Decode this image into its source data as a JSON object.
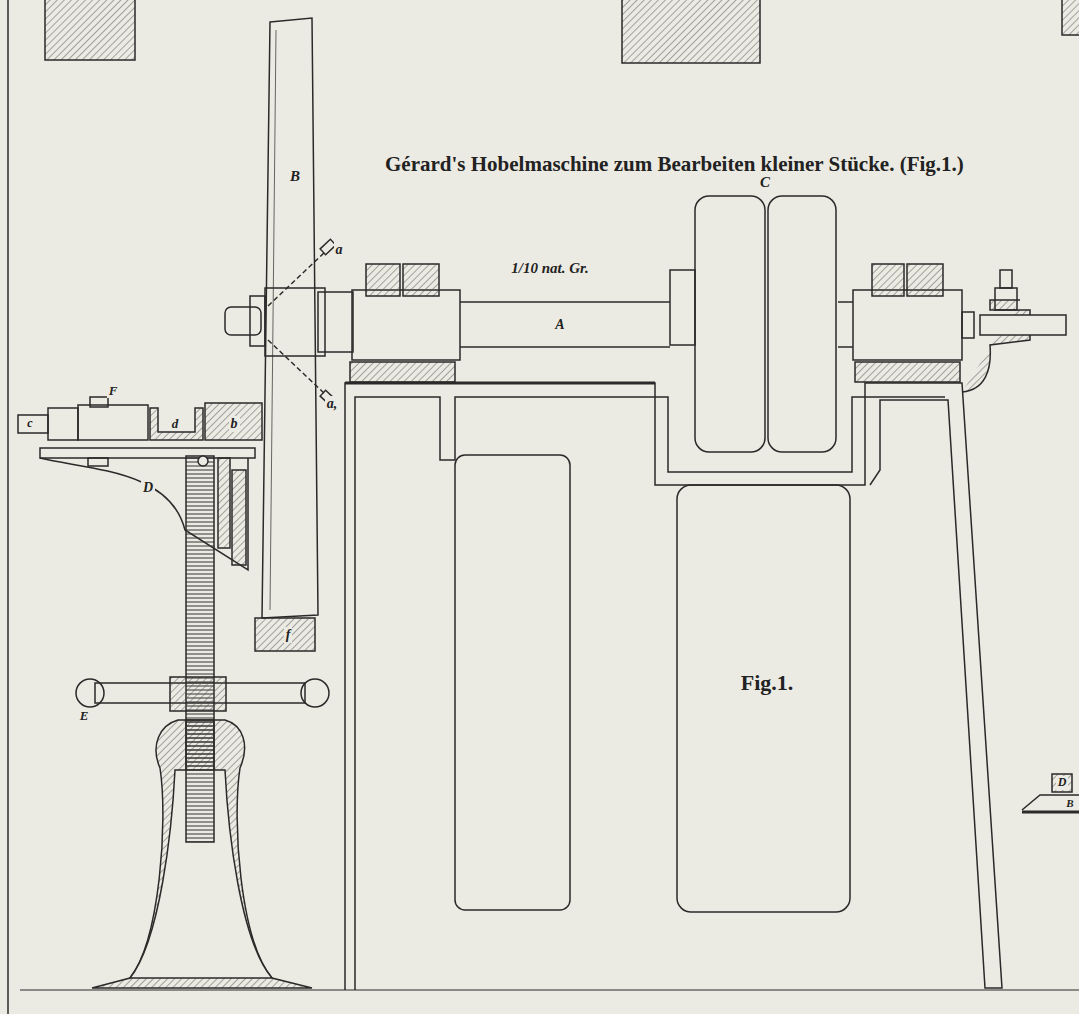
{
  "diagram": {
    "title": "Gérard's Hobelmaschine zum Bearbeiten kleiner Stücke. (Fig.1.)",
    "labels": [
      "B",
      "a",
      "a,",
      "A",
      "C",
      "1/10 nat. Gr.",
      "F",
      "c",
      "d",
      "b",
      "D",
      "f",
      "E",
      "Fig.1.",
      "D",
      "B"
    ]
  }
}
